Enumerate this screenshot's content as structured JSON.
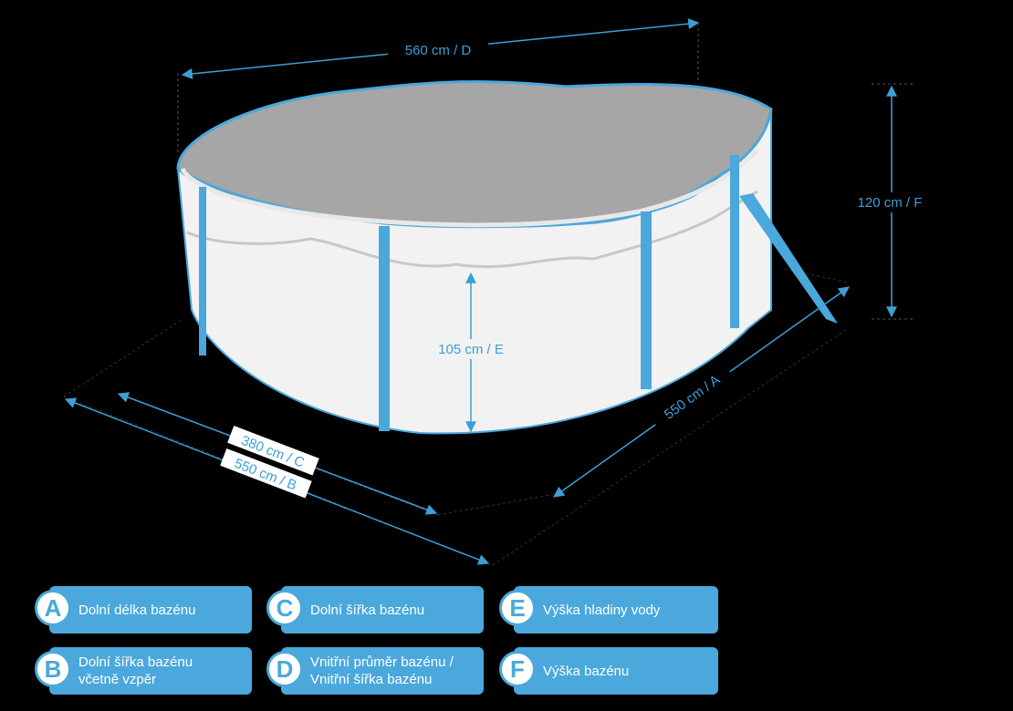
{
  "dimensions": {
    "d": "560 cm / D",
    "f": "120 cm / F",
    "e": "105 cm / E",
    "a": "550 cm / A",
    "c": "380 cm / C",
    "b": "550 cm / B"
  },
  "legend": [
    {
      "letter": "A",
      "text": "Dolní délka bazénu"
    },
    {
      "letter": "B",
      "text": "Dolní šířka bazénu\nvčetně vzpěr"
    },
    {
      "letter": "C",
      "text": "Dolní šířka bazénu"
    },
    {
      "letter": "D",
      "text": "Vnitřní průměr bazénu /\nVnitřní šířka bazénu"
    },
    {
      "letter": "E",
      "text": "Výška hladiny vody"
    },
    {
      "letter": "F",
      "text": "Výška bazénu"
    }
  ],
  "colors": {
    "accent": "#4aa8dc",
    "background": "#000000",
    "pool_wall": "#f2f2f2",
    "cover": "#a6a6a6"
  }
}
